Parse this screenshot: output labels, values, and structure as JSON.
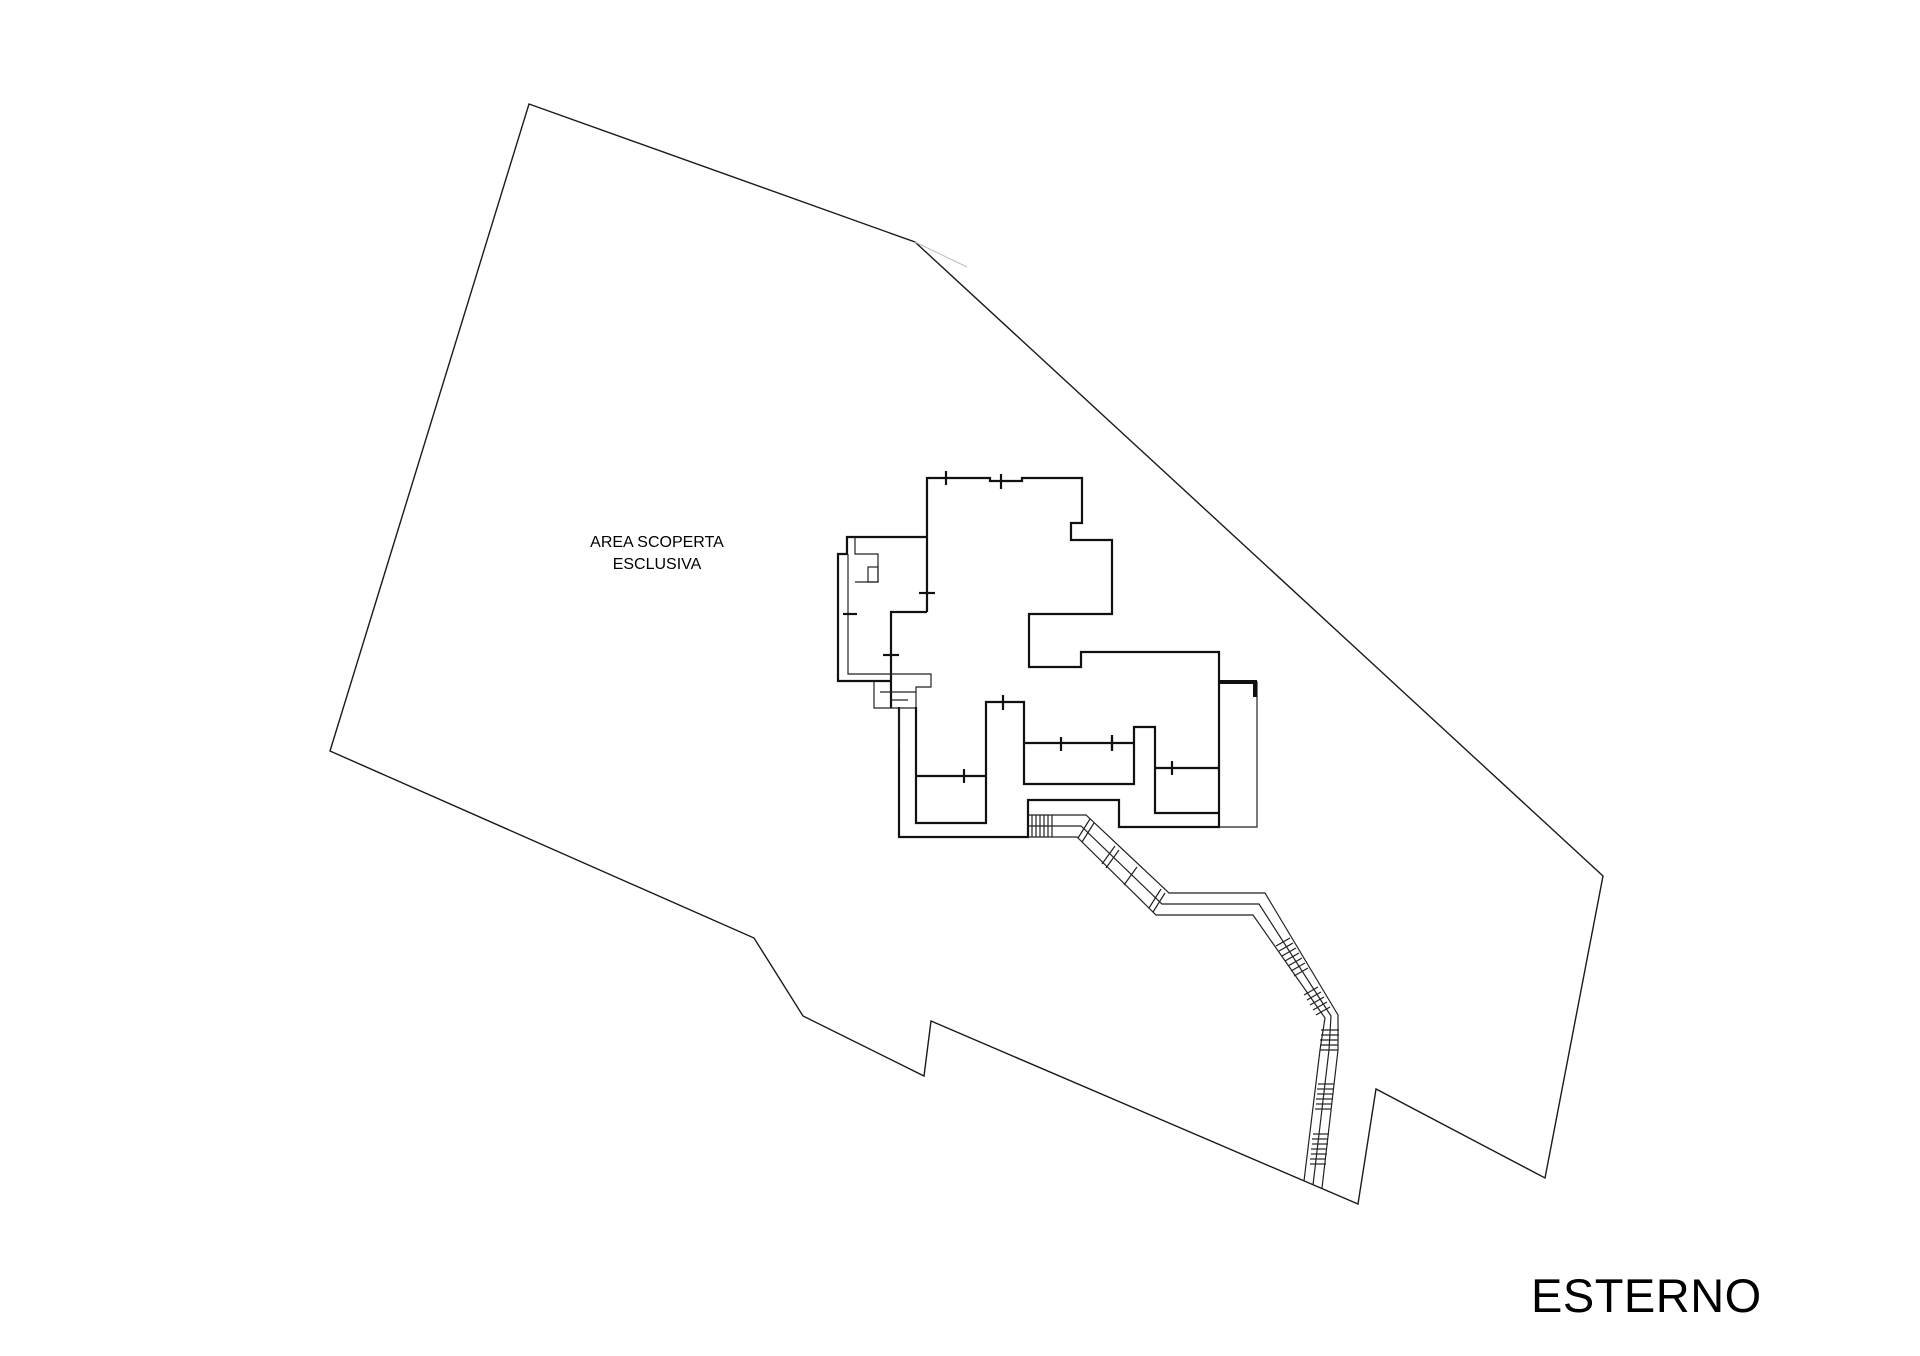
{
  "plan": {
    "area_label_line1": "AREA SCOPERTA",
    "area_label_line2": "ESCLUSIVA",
    "title": "ESTERNO"
  },
  "colors": {
    "background": "#ffffff",
    "line": "#111111"
  }
}
